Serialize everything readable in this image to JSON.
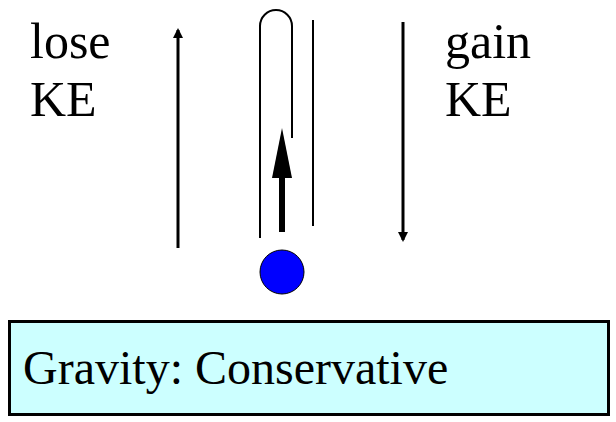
{
  "diagram": {
    "nodes": [
      {
        "text": [
          "Gravity: Conservative"
        ]
      }
    ],
    "labels": [
      "lose KE",
      "gain KE"
    ]
  }
}
